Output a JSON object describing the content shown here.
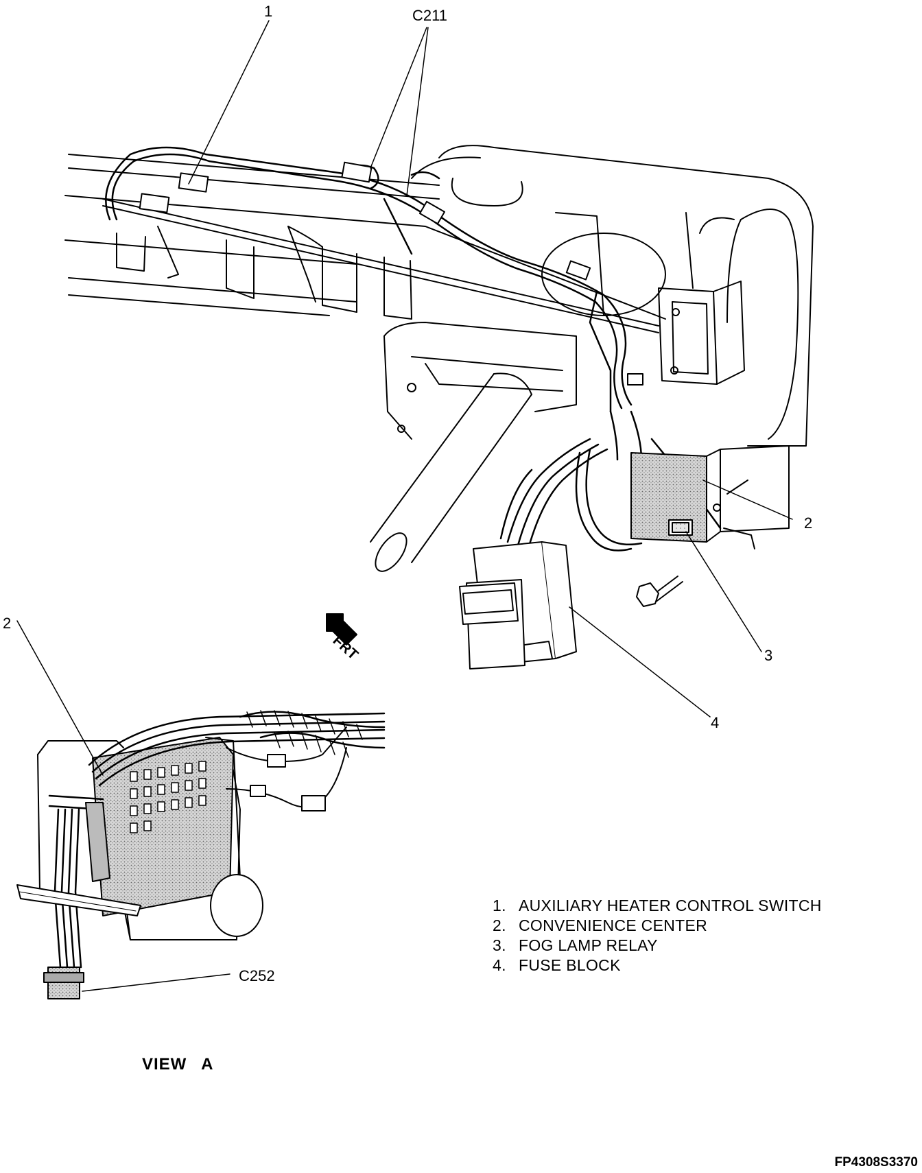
{
  "callouts": {
    "c1_top": "1",
    "c211": "C211",
    "c2_right": "2",
    "c3": "3",
    "c4": "4",
    "c2_view": "2",
    "c252": "C252"
  },
  "frt": "FRT",
  "legend": [
    {
      "num": "1.",
      "text": "AUXILIARY HEATER CONTROL SWITCH"
    },
    {
      "num": "2.",
      "text": "CONVENIENCE CENTER"
    },
    {
      "num": "3.",
      "text": "FOG LAMP RELAY"
    },
    {
      "num": "4.",
      "text": "FUSE BLOCK"
    }
  ],
  "view_title": "VIEW A",
  "figure_code": "FP4308S3370"
}
